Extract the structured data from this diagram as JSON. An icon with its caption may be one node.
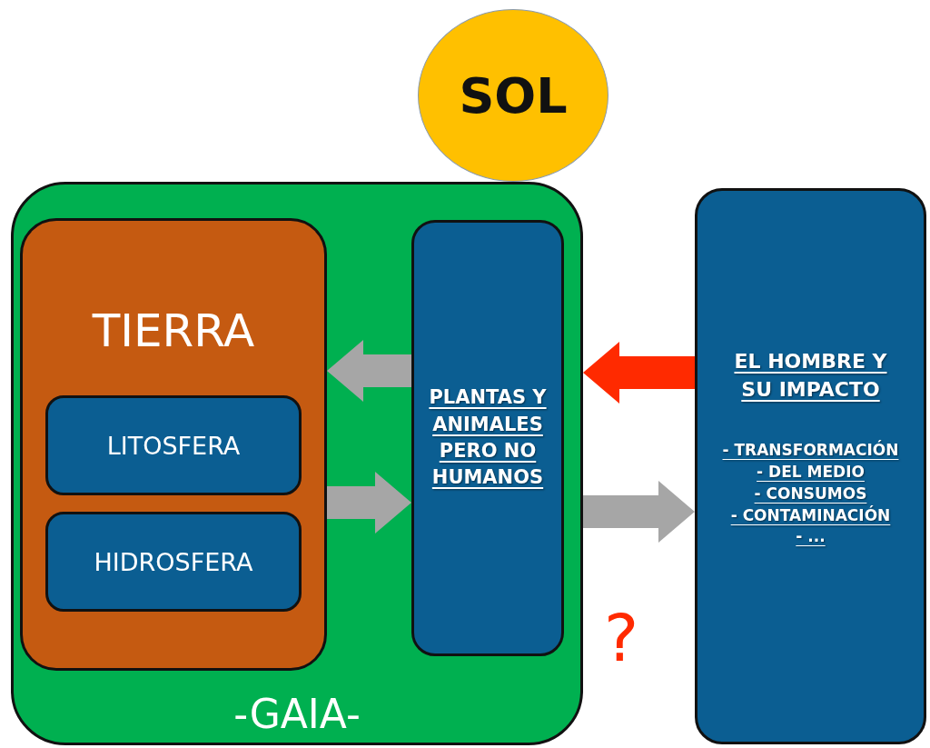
{
  "diagram": {
    "nodes": [
      {
        "text": [
          "SOL"
        ]
      },
      {
        "text": [
          "-GAIA-"
        ]
      },
      {
        "text": [
          "TIERRA"
        ],
        "in": 1
      },
      {
        "text": [
          "LITOSFERA"
        ],
        "in": 2
      },
      {
        "text": [
          "HIDROSFERA"
        ],
        "in": 2
      },
      {
        "text": [
          "PLANTAS Y ANIMALES PERO NO HUMANOS"
        ],
        "in": 1
      },
      {
        "text": [
          "EL HOMBRE Y SU IMPACTO",
          "- TRANSFORMACIÓN",
          "- DEL MEDIO",
          "- CONSUMOS",
          "- CONTAMINACIÓN",
          "- ..."
        ]
      }
    ],
    "edges": [
      {
        "from": 5,
        "to": 2,
        "arrow": "to"
      },
      {
        "from": 2,
        "to": 5,
        "arrow": "to"
      },
      {
        "from": 6,
        "to": 1,
        "arrow": "to",
        "color": "#ff2a00"
      },
      {
        "from": 1,
        "to": 6,
        "arrow": "to"
      }
    ],
    "labels": [
      "?"
    ]
  }
}
